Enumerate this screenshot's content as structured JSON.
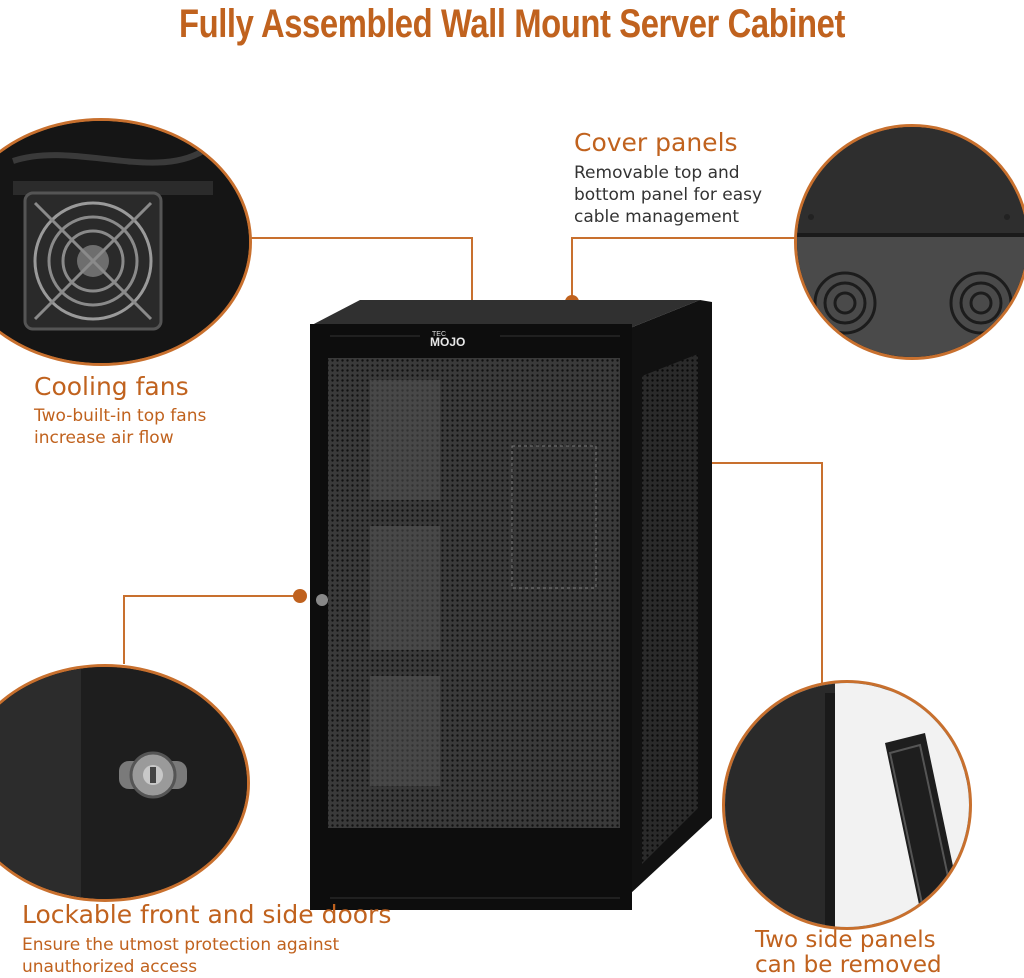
{
  "title": "Fully Assembled Wall Mount Server Cabinet",
  "brand": {
    "small": "TEC",
    "name": "MOJO"
  },
  "colors": {
    "accent": "#c0621e",
    "text": "#333333",
    "line": "#c8702e"
  },
  "callouts": {
    "cover": {
      "title": "Cover panels",
      "lines": [
        "Removable top and",
        "bottom panel for easy",
        "cable management"
      ]
    },
    "cooling": {
      "title": "Cooling fans",
      "lines": [
        "Two-built-in top fans",
        "increase air flow"
      ]
    },
    "lock": {
      "title": "Lockable front and side doors",
      "lines": [
        "Ensure the utmost protection against",
        "unauthorized access"
      ]
    },
    "side": {
      "title": "",
      "lines": [
        "Two side panels",
        "can be removed"
      ]
    }
  },
  "icons": [
    "fan-icon",
    "lock-icon"
  ]
}
